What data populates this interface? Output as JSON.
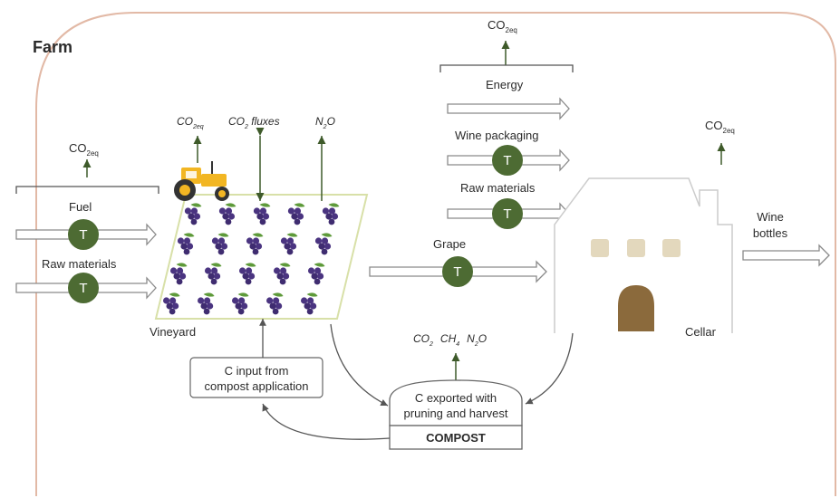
{
  "diagram": {
    "frame_label": "Farm",
    "vineyard": {
      "label": "Vineyard",
      "emissions": {
        "co2eq_main": "CO",
        "co2eq_sub": "2eq",
        "fluxes_main": "CO",
        "fluxes_sub": "2",
        "fluxes_rest": " fluxes",
        "n2o_main": "N",
        "n2o_sub": "2",
        "n2o_rest": "O"
      },
      "inputs": {
        "co2eq_main": "CO",
        "co2eq_sub": "2eq",
        "fuel": "Fuel",
        "raw_materials": "Raw materials"
      }
    },
    "cellar": {
      "label": "Cellar",
      "co2eq_main": "CO",
      "co2eq_sub": "2eq",
      "inputs": {
        "co2eq_main": "CO",
        "co2eq_sub": "2eq",
        "energy": "Energy",
        "wine_packaging": "Wine packaging",
        "raw_materials": "Raw materials"
      }
    },
    "grape": "Grape",
    "output": {
      "line1": "Wine",
      "line2": "bottles"
    },
    "compost": {
      "gases": {
        "co2_main": "CO",
        "co2_sub": "2",
        "ch4_main": "CH",
        "ch4_sub": "4",
        "n2o_main": "N",
        "n2o_sub": "2",
        "n2o_rest": "O"
      },
      "exported_line1": "C exported with",
      "exported_line2": "pruning and harvest",
      "label": "COMPOST"
    },
    "c_input": {
      "line1": "C input from",
      "line2": "compost application"
    },
    "transport_badge": "T",
    "colors": {
      "frame": "#e2b9a6",
      "badge": "#4d6b33",
      "arrow_line": "#8a8a8a",
      "emission_arrow": "#3e5a2a",
      "door": "#8b6a3c",
      "window": "#e3d8bd",
      "grape": "#4a3480",
      "leaf": "#5e9a3a",
      "tractor": "#f2b623"
    }
  }
}
